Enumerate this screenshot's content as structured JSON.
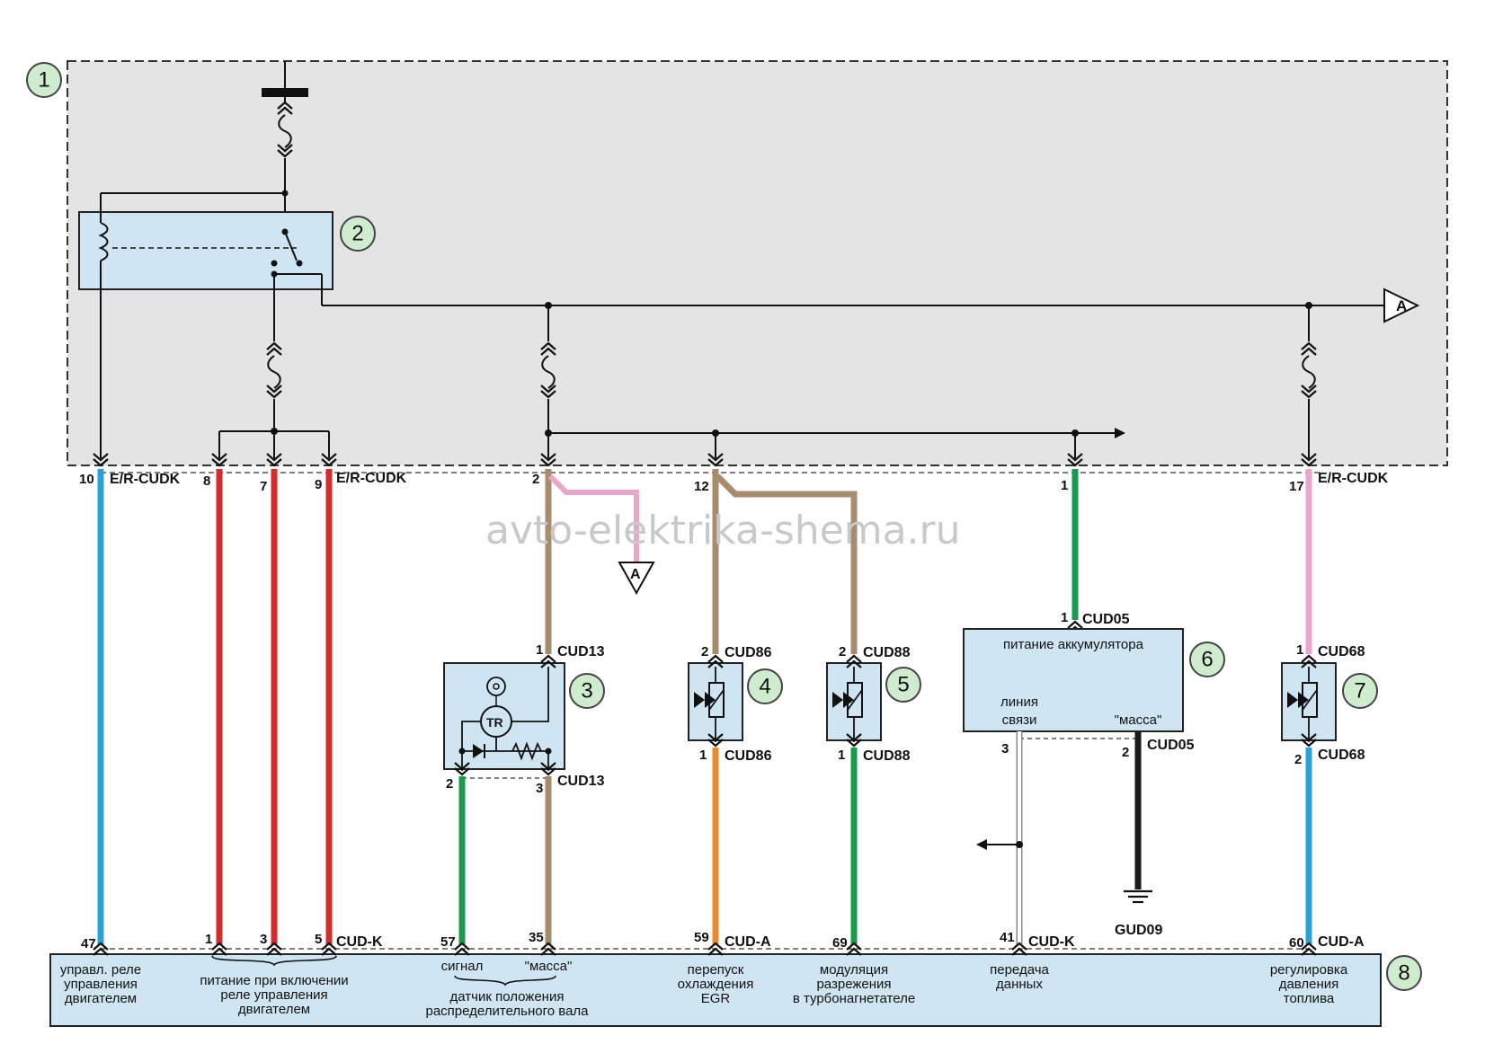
{
  "watermark": "avto-elektrika-shema.ru",
  "callouts": [
    "1",
    "2",
    "3",
    "4",
    "5",
    "6",
    "7",
    "8"
  ],
  "colors": {
    "blue": "#2a9fd8",
    "red": "#d42b2b",
    "tan": "#a88c6f",
    "pink": "#e9a6c9",
    "green": "#199a4e",
    "orange": "#e88a30",
    "black": "#1a1a1a",
    "white_wire": "#ffffff",
    "box_fill": "#cfe6f2",
    "harness_fill": "#e4e4e4",
    "callout_fill": "#cfeccf"
  },
  "ecu_pins": {
    "p10": "10",
    "p8": "8",
    "p7": "7",
    "p9": "9",
    "p2": "2",
    "p12": "12",
    "p1": "1",
    "p17": "17",
    "conn_left": "E/R-CUDK",
    "conn_mid": "E/R-CUDK",
    "conn_right": "E/R-CUDK"
  },
  "offpage": {
    "a_right": "A",
    "a_down": "A"
  },
  "sensor3": {
    "pin_top": "1",
    "conn_top": "CUD13",
    "pin_sig": "2",
    "pin_gnd": "3",
    "conn_bottom": "CUD13",
    "tr": "TR"
  },
  "valve4": {
    "pin_top": "2",
    "conn_top": "CUD86",
    "pin_bot": "1",
    "conn_bot": "CUD86"
  },
  "valve5": {
    "pin_top": "2",
    "conn_top": "CUD88",
    "pin_bot": "1",
    "conn_bot": "CUD88"
  },
  "module6": {
    "pin_top": "1",
    "conn_top": "CUD05",
    "title": "питание аккумулятора",
    "line1": "линия",
    "line2": "связи",
    "mass": "\"масса\"",
    "pin_left": "3",
    "pin_right": "2",
    "conn_bot": "CUD05",
    "ground": "GUD09"
  },
  "valve7": {
    "pin_top": "1",
    "conn_top": "CUD68",
    "pin_bot": "2",
    "conn_bot": "CUD68"
  },
  "bottom_pins": {
    "p47": "47",
    "p1": "1",
    "p3": "3",
    "p5": "5",
    "conn_k1": "CUD-K",
    "p57": "57",
    "p35": "35",
    "p59": "59",
    "conn_a1": "CUD-A",
    "p69": "69",
    "p41": "41",
    "conn_k2": "CUD-K",
    "p60": "60",
    "conn_a2": "CUD-A"
  },
  "bottom_labels": {
    "ctrl": [
      "управл. реле",
      "управления",
      "двигателем"
    ],
    "power": [
      "питание при включении",
      "реле управления",
      "двигателем"
    ],
    "signal": "сигнал",
    "mass": "\"масса\"",
    "cam": [
      "датчик положения",
      "распределительного вала"
    ],
    "egr": [
      "перепуск",
      "охлаждения",
      "EGR"
    ],
    "turbo": [
      "модуляция",
      "разрежения",
      "в турбонагнетателе"
    ],
    "data": [
      "передача",
      "данных"
    ],
    "fuel": [
      "регулировка",
      "давления",
      "топлива"
    ]
  }
}
